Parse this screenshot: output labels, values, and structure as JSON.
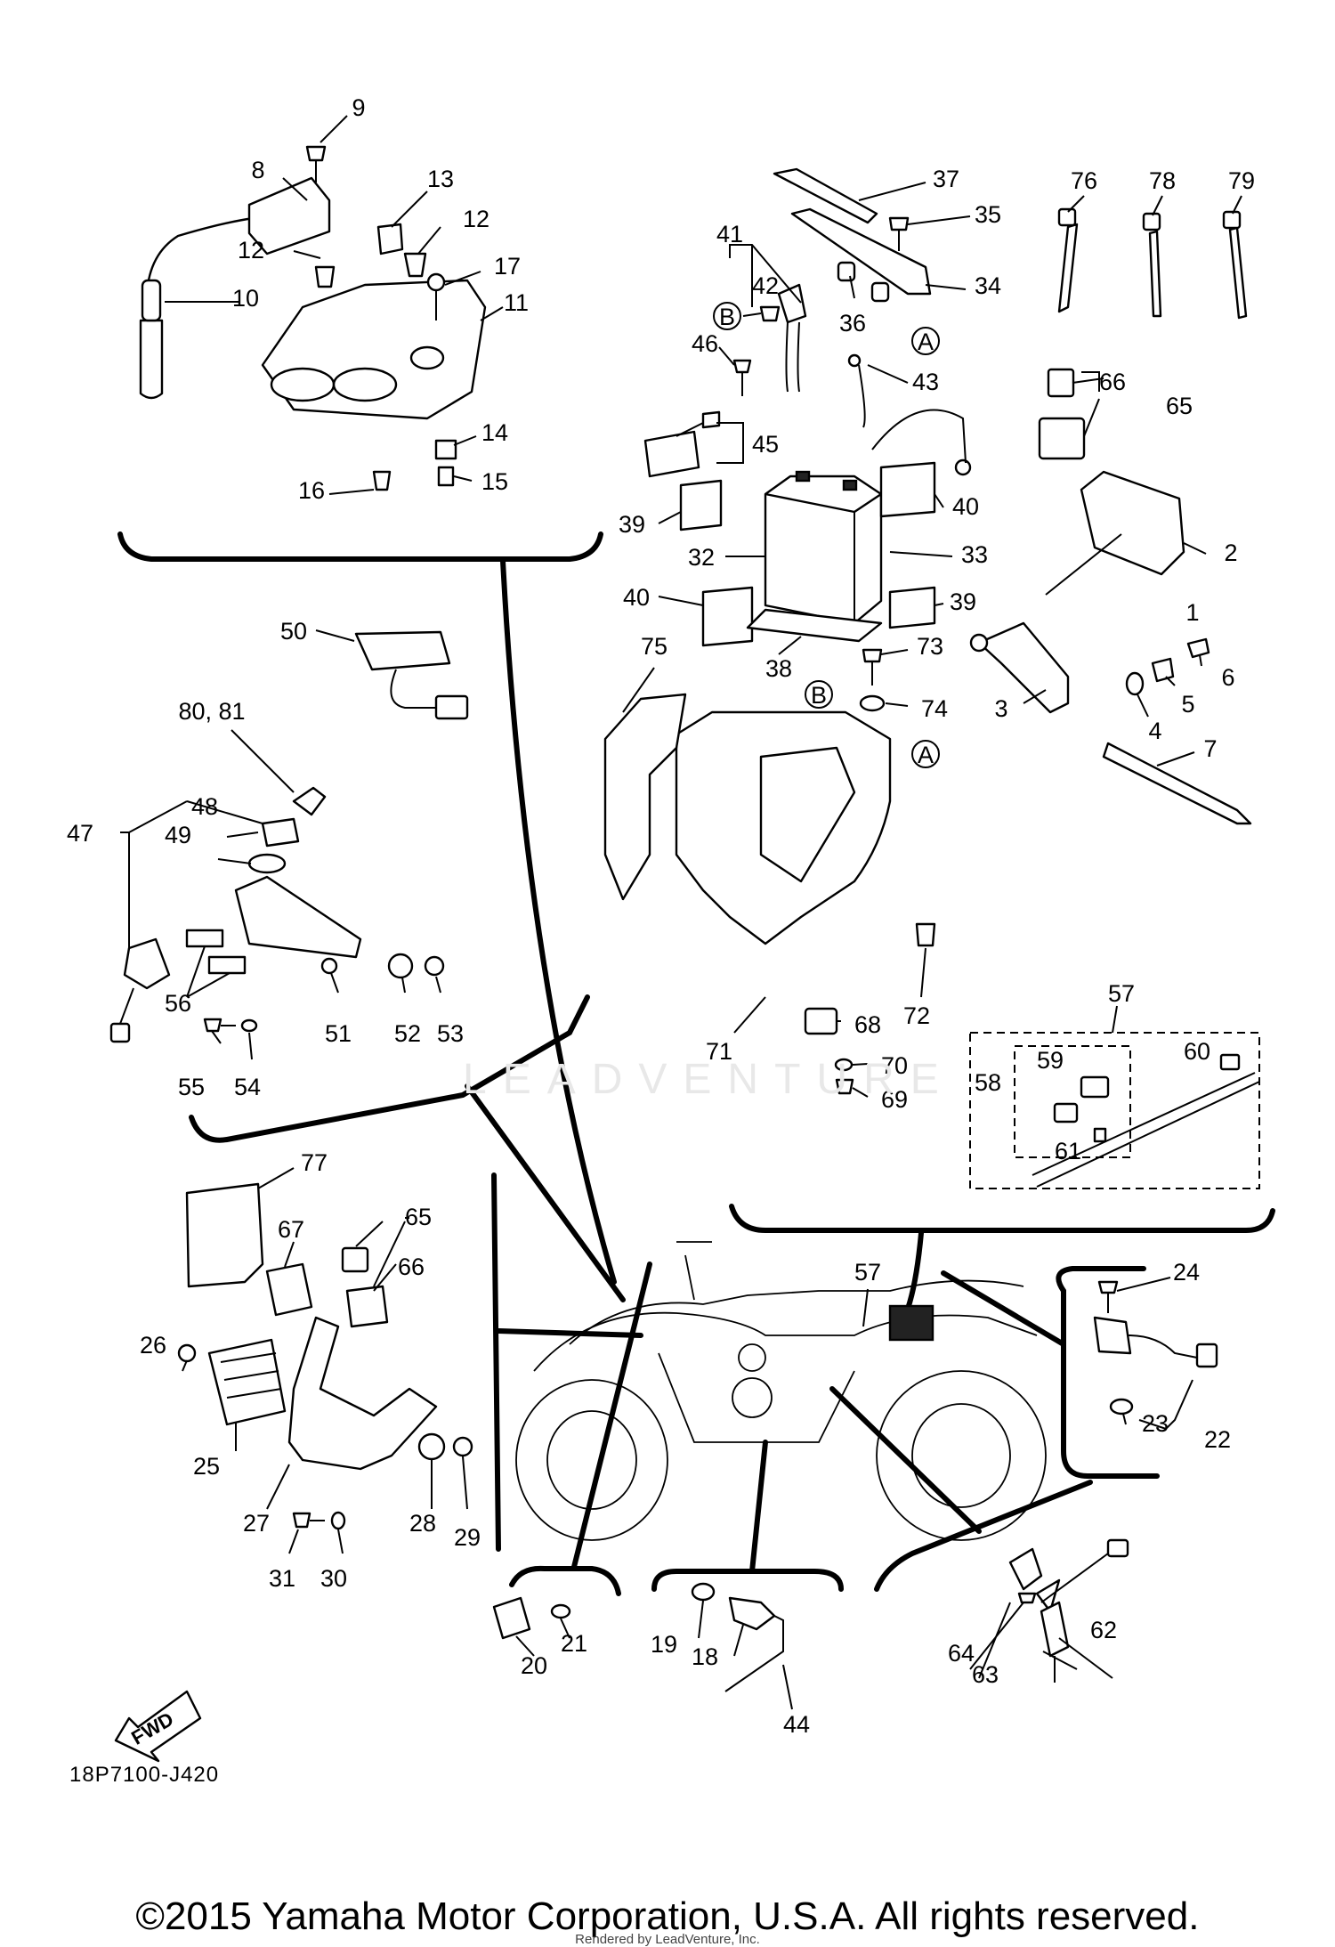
{
  "diagram_code": "18P7100-J420",
  "copyright": "©2015 Yamaha Motor Corporation, U.S.A. All rights reserved.",
  "rendered_by": "Rendered by LeadVenture, Inc.",
  "watermark": "LEADVENTURE",
  "fwd_label": "FWD",
  "ref_markers": {
    "A": "A",
    "B": "B"
  },
  "callouts": {
    "c1": "1",
    "c2": "2",
    "c3": "3",
    "c4": "4",
    "c5": "5",
    "c6": "6",
    "c7": "7",
    "c8": "8",
    "c9": "9",
    "c10": "10",
    "c11": "11",
    "c12a": "12",
    "c12b": "12",
    "c13": "13",
    "c14": "14",
    "c15": "15",
    "c16": "16",
    "c17": "17",
    "c18": "18",
    "c19": "19",
    "c20": "20",
    "c21": "21",
    "c22": "22",
    "c23": "23",
    "c24": "24",
    "c25": "25",
    "c26": "26",
    "c27": "27",
    "c28": "28",
    "c29": "29",
    "c30": "30",
    "c31": "31",
    "c32": "32",
    "c33": "33",
    "c34": "34",
    "c35": "35",
    "c36": "36",
    "c37": "37",
    "c38": "38",
    "c39a": "39",
    "c39b": "39",
    "c40a": "40",
    "c40b": "40",
    "c41": "41",
    "c42": "42",
    "c43": "43",
    "c44": "44",
    "c45": "45",
    "c46": "46",
    "c47": "47",
    "c48": "48",
    "c49": "49",
    "c50": "50",
    "c51": "51",
    "c52": "52",
    "c53": "53",
    "c54": "54",
    "c55": "55",
    "c56": "56",
    "c57a": "57",
    "c57b": "57",
    "c58": "58",
    "c59": "59",
    "c60": "60",
    "c61": "61",
    "c62": "62",
    "c63": "63",
    "c64": "64",
    "c65a": "65",
    "c65b": "65",
    "c66a": "66",
    "c66b": "66",
    "c67": "67",
    "c68": "68",
    "c69": "69",
    "c70": "70",
    "c71": "71",
    "c72": "72",
    "c73": "73",
    "c74": "74",
    "c75": "75",
    "c76": "76",
    "c77": "77",
    "c78": "78",
    "c79": "79",
    "c8081": "80, 81"
  }
}
